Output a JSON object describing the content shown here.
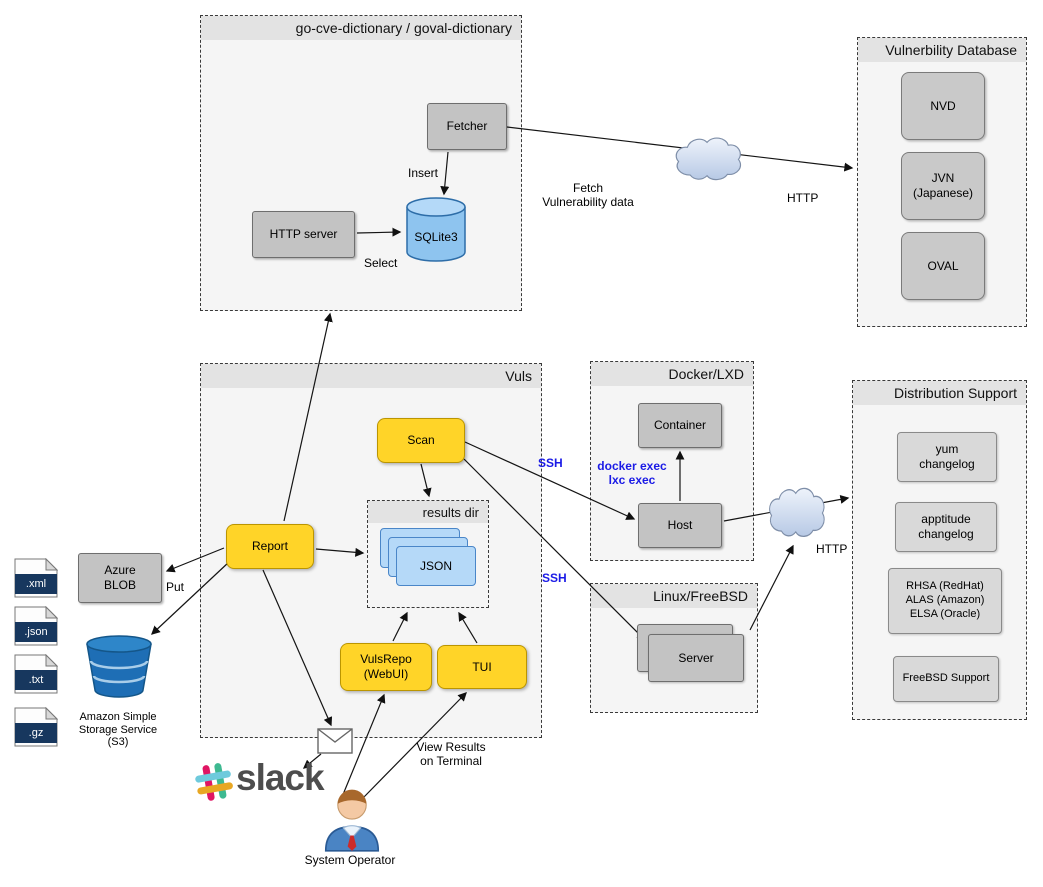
{
  "containers": {
    "go_cve": "go-cve-dictionary / goval-dictionary",
    "vuln_db": "Vulnerbility Database",
    "vuls": "Vuls",
    "docker": "Docker/LXD",
    "linux": "Linux/FreeBSD",
    "dist": "Distribution Support",
    "results": "results dir"
  },
  "nodes": {
    "fetcher": "Fetcher",
    "http_server": "HTTP server",
    "sqlite": "SQLite3",
    "nvd": "NVD",
    "jvn": "JVN\n(Japanese)",
    "oval": "OVAL",
    "scan": "Scan",
    "report": "Report",
    "json": "JSON",
    "vulsrepo": "VulsRepo\n(WebUI)",
    "tui": "TUI",
    "container": "Container",
    "host": "Host",
    "server": "Server",
    "yum": "yum\nchangelog",
    "apt": "apptitude\nchangelog",
    "rhsa": "RHSA (RedHat)\nALAS (Amazon)\nELSA (Oracle)",
    "freebsd": "FreeBSD Support",
    "azure": "Azure\nBLOB"
  },
  "edge_labels": {
    "insert": "Insert",
    "select": "Select",
    "fetch": "Fetch\nVulnerability data",
    "http_top": "HTTP",
    "ssh_docker": "SSH",
    "docker_exec": "docker exec\nlxc exec",
    "ssh_linux": "SSH",
    "http_right": "HTTP",
    "put": "Put",
    "view_results": "View Results\non Terminal"
  },
  "files": [
    ".xml",
    ".json",
    ".txt",
    ".gz"
  ],
  "misc": {
    "s3_label": "Amazon Simple\nStorage Service\n(S3)",
    "slack": "slack",
    "system_operator": "System Operator"
  },
  "colors": {
    "action_yellow": "#FFD428",
    "node_gray": "#C3C3C3",
    "json_blue": "#B5D9F8",
    "ssh_label_blue": "#1A1AE6",
    "file_band_navy": "#17375E",
    "s3_bucket_blue": "#1E6EB5"
  }
}
